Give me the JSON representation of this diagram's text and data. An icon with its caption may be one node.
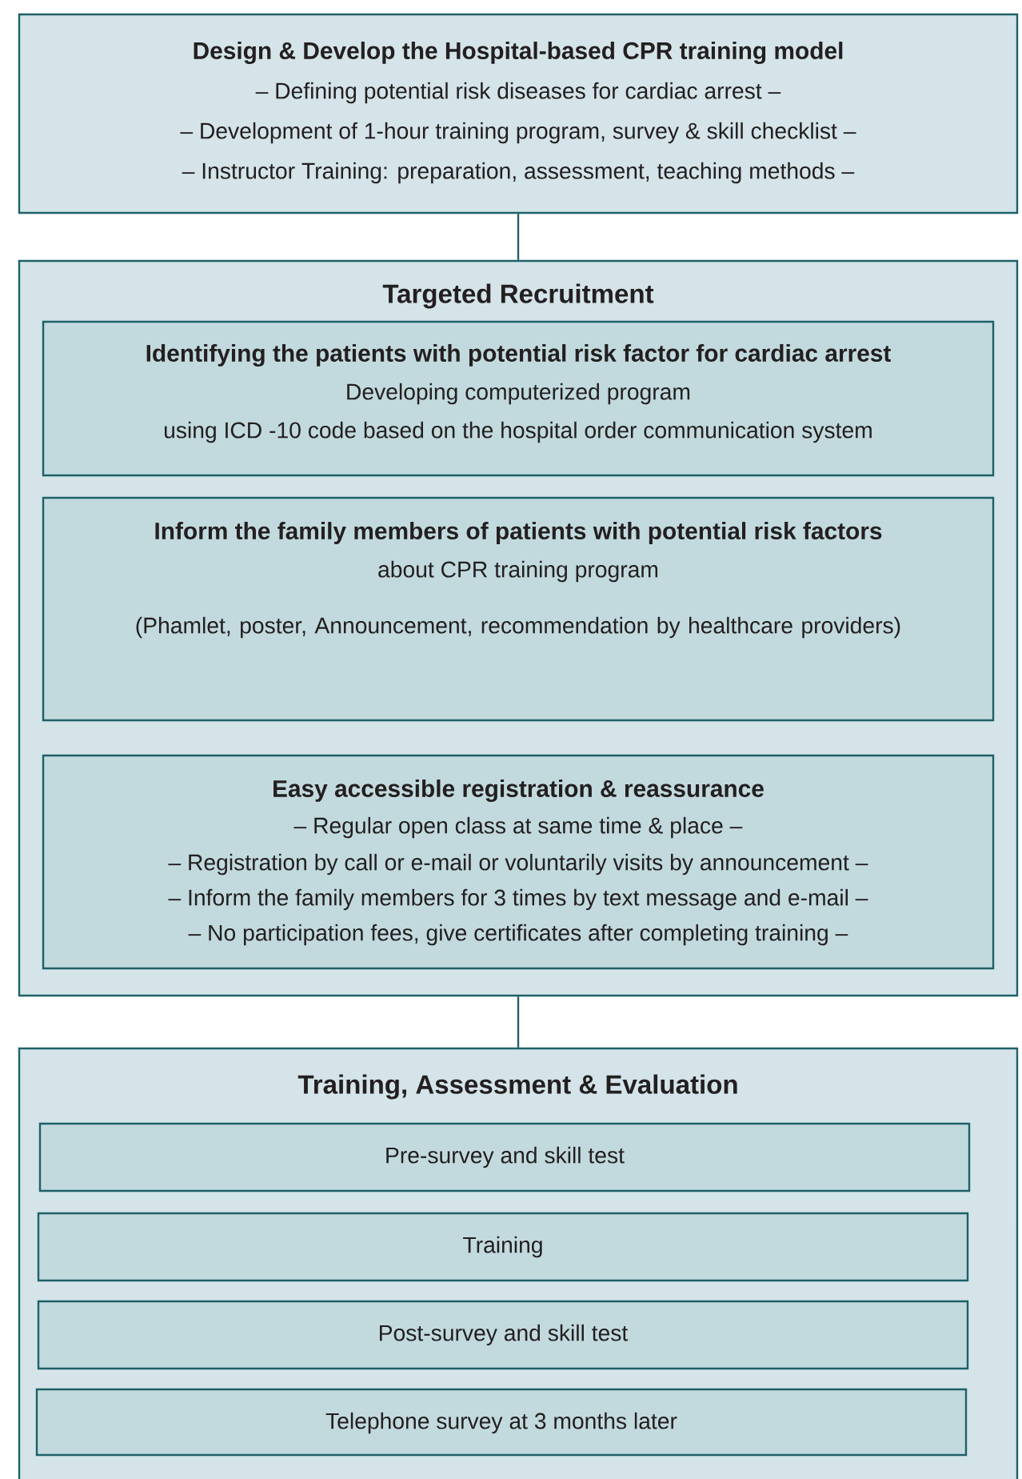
{
  "diagram": {
    "nodes": [
      {
        "text": [
          "Design & Develop the Hospital-based CPR training model",
          "– Defining potential risk diseases for cardiac arrest –",
          "– Development of 1-hour training program, survey & skill checklist –",
          "– Instructor Training: preparation, assessment, teaching methods –"
        ]
      },
      {
        "text": [
          "Targeted Recruitment"
        ]
      },
      {
        "text": [
          "Identifying the patients with potential risk factor for cardiac arrest",
          "Developing computerized program",
          "using ICD -10 code based on the hospital order communication system"
        ],
        "in": 1
      },
      {
        "text": [
          "Inform the family members of patients with potential risk factors",
          "about CPR training program",
          "(Phamlet, poster, Announcement, recommendation by healthcare providers)"
        ],
        "in": 1
      },
      {
        "text": [
          "Easy accessible registration & reassurance",
          "– Regular open class at same time & place –",
          "– Registration by call or e-mail or voluntarily visits by announcement –",
          "– Inform the family members for 3 times by text message and e-mail –",
          "– No participation fees, give certificates after completing training –"
        ],
        "in": 1
      },
      {
        "text": [
          "Training, Assessment & Evaluation"
        ]
      },
      {
        "text": [
          "Pre-survey and skill test"
        ],
        "in": 5
      },
      {
        "text": [
          "Training"
        ],
        "in": 5
      },
      {
        "text": [
          "Post-survey and skill test"
        ],
        "in": 5
      },
      {
        "text": [
          "Telephone survey at 3 months later"
        ],
        "in": 5
      }
    ],
    "edges": [
      {
        "from": 0,
        "to": 1,
        "arrow": "none"
      },
      {
        "from": 1,
        "to": 5,
        "arrow": "none"
      }
    ]
  }
}
